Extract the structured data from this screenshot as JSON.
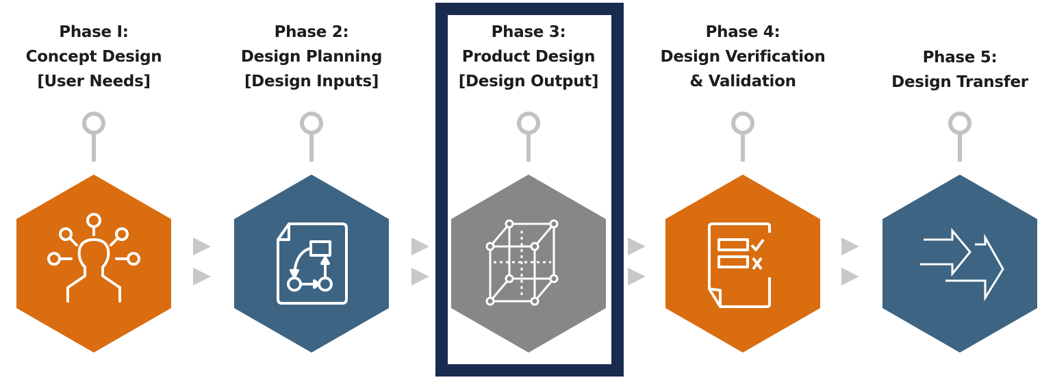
{
  "phases": [
    {
      "lines": [
        "Phase I:",
        "Concept Design",
        "[User Needs]"
      ],
      "color": "#d96d10",
      "icon": "user-needs-icon"
    },
    {
      "lines": [
        "Phase 2:",
        "Design Planning",
        "[Design Inputs]"
      ],
      "color": "#3d6482",
      "icon": "flowchart-document-icon"
    },
    {
      "lines": [
        "Phase 3:",
        "Product Design",
        "[Design Output]"
      ],
      "color": "#878787",
      "icon": "cube-icon",
      "highlighted": true
    },
    {
      "lines": [
        "Phase 4:",
        "Design Verification",
        "& Validation"
      ],
      "color": "#d96d10",
      "icon": "checklist-icon"
    },
    {
      "lines": [
        "Phase 5:",
        "Design Transfer"
      ],
      "color": "#3d6482",
      "icon": "transfer-arrows-icon"
    }
  ],
  "colors": {
    "frame": "#1a2b50",
    "pin": "#c2c2c2",
    "arrow": "#c8c8c8"
  }
}
